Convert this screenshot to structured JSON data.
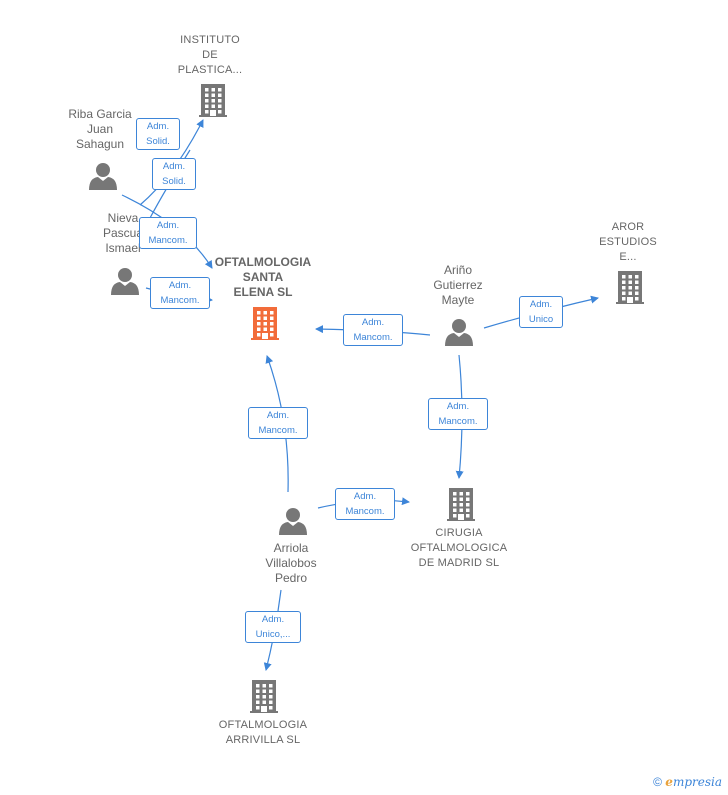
{
  "nodes": {
    "instituto": {
      "label_lines": [
        "INSTITUTO",
        "DE",
        "PLASTICA..."
      ]
    },
    "riba": {
      "label_lines": [
        "Riba Garcia",
        "Juan",
        "Sahagun"
      ]
    },
    "nieva": {
      "label_lines": [
        "Nieva",
        "Pascua",
        "Ismael"
      ]
    },
    "santa_elena": {
      "label_lines": [
        "OFTALMOLOGIA",
        "SANTA",
        "ELENA  SL"
      ]
    },
    "arino": {
      "label_lines": [
        "Ariño",
        "Gutierrez",
        "Mayte"
      ]
    },
    "aror": {
      "label_lines": [
        "AROR",
        "ESTUDIOS",
        "E..."
      ]
    },
    "cirugia": {
      "label_lines": [
        "CIRUGIA",
        "OFTALMOLOGICA",
        "DE MADRID SL"
      ]
    },
    "arriola": {
      "label_lines": [
        "Arriola",
        "Villalobos",
        "Pedro"
      ]
    },
    "arrivilla": {
      "label_lines": [
        "OFTALMOLOGIA",
        "ARRIVILLA  SL"
      ]
    }
  },
  "edges": {
    "riba_instituto": [
      "Adm.",
      "Solid."
    ],
    "nieva_instituto": [
      "Adm.",
      "Solid."
    ],
    "riba_santa": [
      "Adm.",
      "Mancom."
    ],
    "nieva_santa": [
      "Adm.",
      "Mancom."
    ],
    "arino_santa": [
      "Adm.",
      "Mancom."
    ],
    "arino_aror": [
      "Adm.",
      "Unico"
    ],
    "arino_cirugia": [
      "Adm.",
      "Mancom."
    ],
    "arriola_santa": [
      "Adm.",
      "Mancom."
    ],
    "arriola_cirugia": [
      "Adm.",
      "Mancom."
    ],
    "arriola_arrivilla": [
      "Adm.",
      "Unico,..."
    ]
  },
  "colors": {
    "edge": "#3d85d8",
    "main_company": "#f26c3a",
    "company": "#777777",
    "person": "#777777"
  },
  "brand": {
    "copyright": "©",
    "e": "e",
    "rest": "mpresia"
  }
}
